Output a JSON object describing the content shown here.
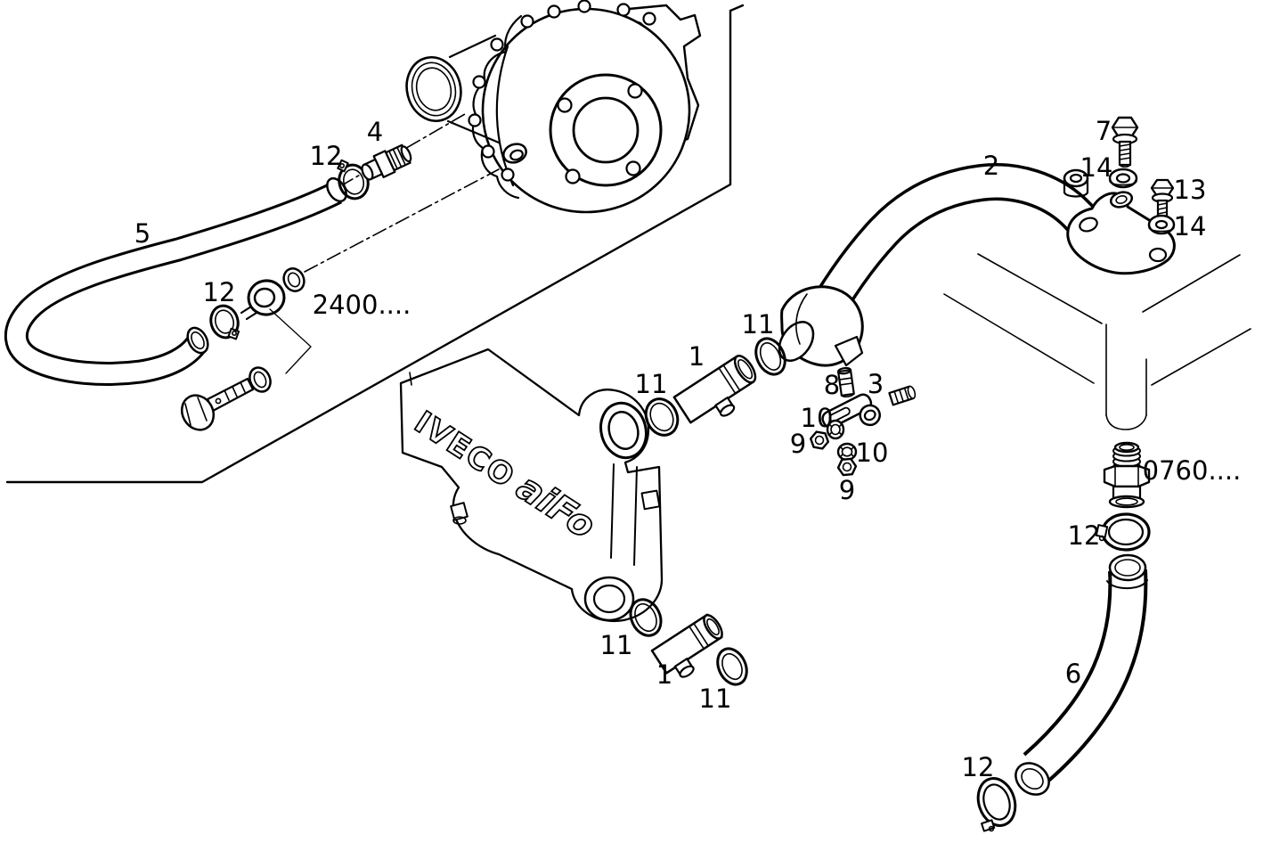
{
  "diagram": {
    "background_color": "#ffffff",
    "ink_color": "#000000",
    "engine_block": {
      "brand_line1": "IVECO",
      "brand_line2": "aiFo"
    },
    "labels": [
      {
        "text": "4"
      },
      {
        "text": "12"
      },
      {
        "text": "5"
      },
      {
        "text": "12"
      },
      {
        "text": "2400...."
      },
      {
        "text": "11"
      },
      {
        "text": "1"
      },
      {
        "text": "11"
      },
      {
        "text": "2"
      },
      {
        "text": "7"
      },
      {
        "text": "14"
      },
      {
        "text": "13"
      },
      {
        "text": "14"
      },
      {
        "text": "8"
      },
      {
        "text": "3"
      },
      {
        "text": "10"
      },
      {
        "text": "9"
      },
      {
        "text": "10"
      },
      {
        "text": "9"
      },
      {
        "text": "0760...."
      },
      {
        "text": "12"
      },
      {
        "text": "6"
      },
      {
        "text": "12"
      },
      {
        "text": "11"
      },
      {
        "text": "1"
      },
      {
        "text": "11"
      }
    ]
  }
}
